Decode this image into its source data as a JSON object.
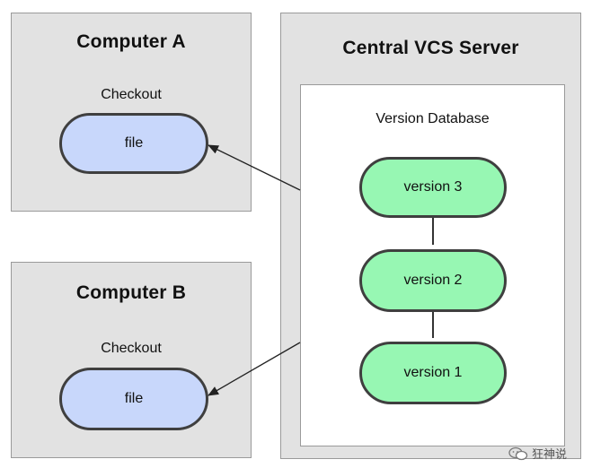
{
  "computer_a": {
    "title": "Computer A",
    "checkout_label": "Checkout",
    "file_label": "file"
  },
  "computer_b": {
    "title": "Computer B",
    "checkout_label": "Checkout",
    "file_label": "file"
  },
  "server": {
    "title": "Central VCS Server",
    "database_label": "Version Database",
    "versions": [
      "version 3",
      "version 2",
      "version 1"
    ]
  },
  "watermark": {
    "text": "狂神说"
  },
  "colors": {
    "file_fill": "#c8d7fb",
    "version_fill": "#97f7b3",
    "panel_fill": "#e2e2e2",
    "pill_border": "#3f3f3f"
  }
}
